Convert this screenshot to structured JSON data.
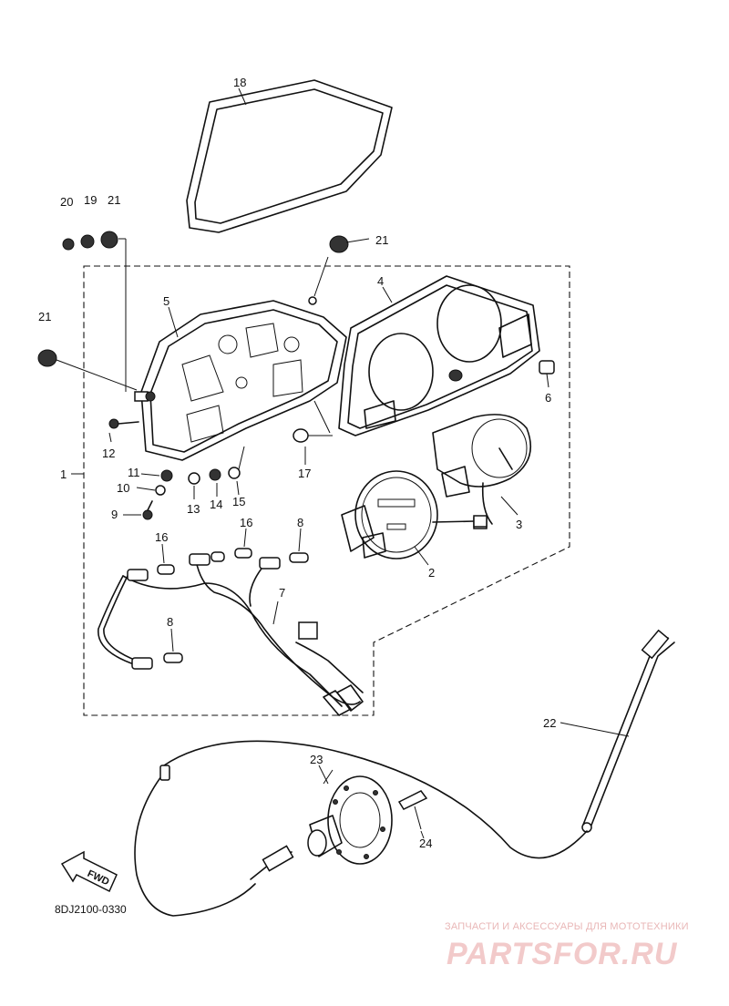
{
  "diagram": {
    "part_labels": [
      "1",
      "2",
      "3",
      "4",
      "5",
      "6",
      "7",
      "8",
      "8",
      "9",
      "10",
      "11",
      "12",
      "13",
      "14",
      "15",
      "16",
      "16",
      "17",
      "18",
      "19",
      "20",
      "21",
      "21",
      "21",
      "22",
      "23",
      "24"
    ],
    "drawing_code": "8DJ2100-0330",
    "direction_label": "FWD"
  },
  "watermark": {
    "tagline": "ЗАПЧАСТИ И АКСЕССУАРЫ ДЛЯ МОТОТЕХНИКИ",
    "brand": "PARTSFOR.RU"
  }
}
